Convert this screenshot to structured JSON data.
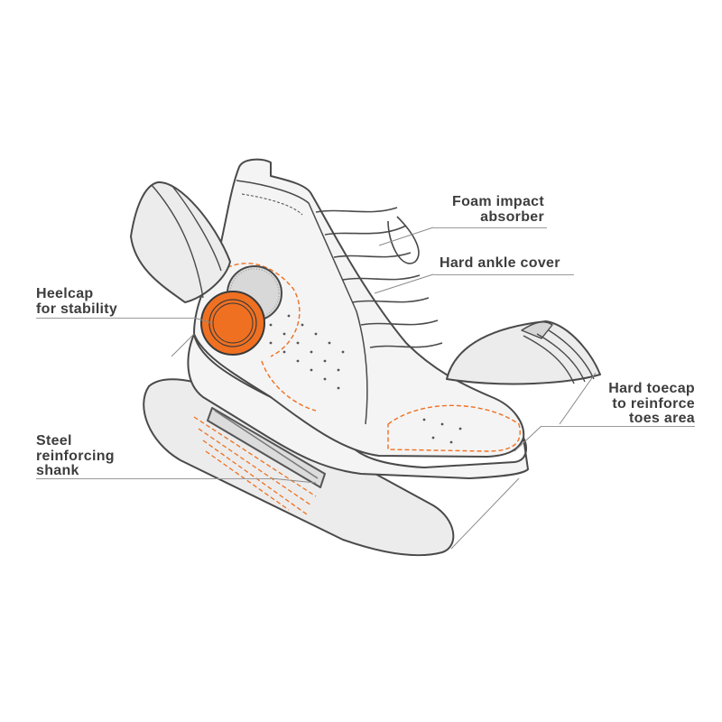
{
  "labels": {
    "foam": [
      "Foam impact",
      "absorber"
    ],
    "ankle": [
      "Hard ankle cover"
    ],
    "heelcap": [
      "Heelcap",
      "for stability"
    ],
    "toecap": [
      "Hard toecap",
      "to reinforce",
      "toes area"
    ],
    "shank": [
      "Steel",
      "reinforcing",
      "shank"
    ]
  },
  "colors": {
    "accent": "#f07021",
    "outline": "#4a4a4a",
    "fill": "#ececec",
    "text": "#3d3d3d"
  }
}
